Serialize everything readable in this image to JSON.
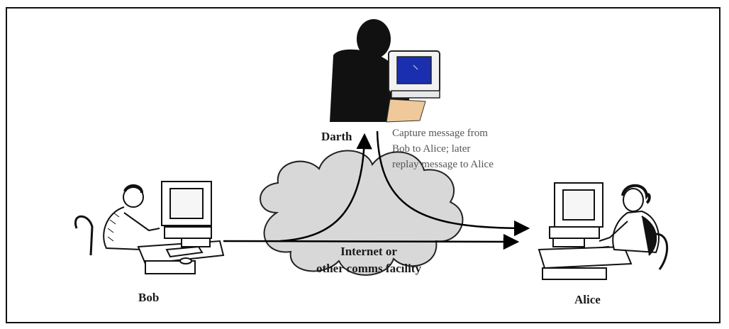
{
  "labels": {
    "darth": "Darth",
    "bob": "Bob",
    "alice": "Alice",
    "annotation_line1": "Capture message from",
    "annotation_line2": "Bob to Alice; later",
    "annotation_line3": "replay message to Alice",
    "cloud_line1": "Internet or",
    "cloud_line2": "other comms facility"
  },
  "colors": {
    "cloud_fill": "#d8d8d8",
    "monitor_screen": "#1a2fb0",
    "line": "#000000"
  },
  "icons": [
    "darth-figure-icon",
    "bob-figure-icon",
    "alice-figure-icon",
    "cloud-icon"
  ]
}
